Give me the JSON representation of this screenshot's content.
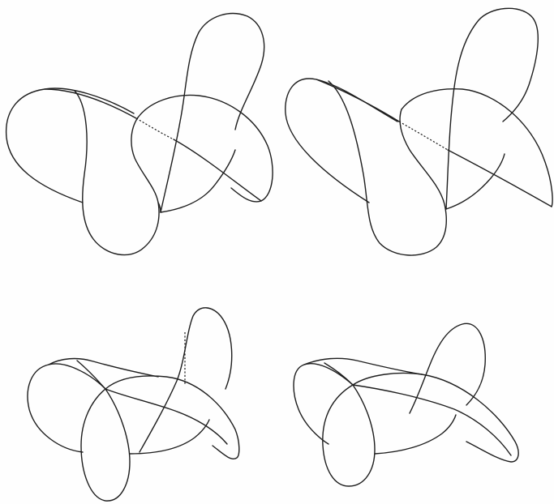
{
  "figure": {
    "background": "#ffffff",
    "ink": "#1d1d1d",
    "panels": [
      {
        "id": "top-left",
        "dashed_segments": 1
      },
      {
        "id": "top-right",
        "dashed_segments": 1
      },
      {
        "id": "bottom-left",
        "dashed_segments": 1
      },
      {
        "id": "bottom-right",
        "dashed_segments": 0
      }
    ]
  }
}
